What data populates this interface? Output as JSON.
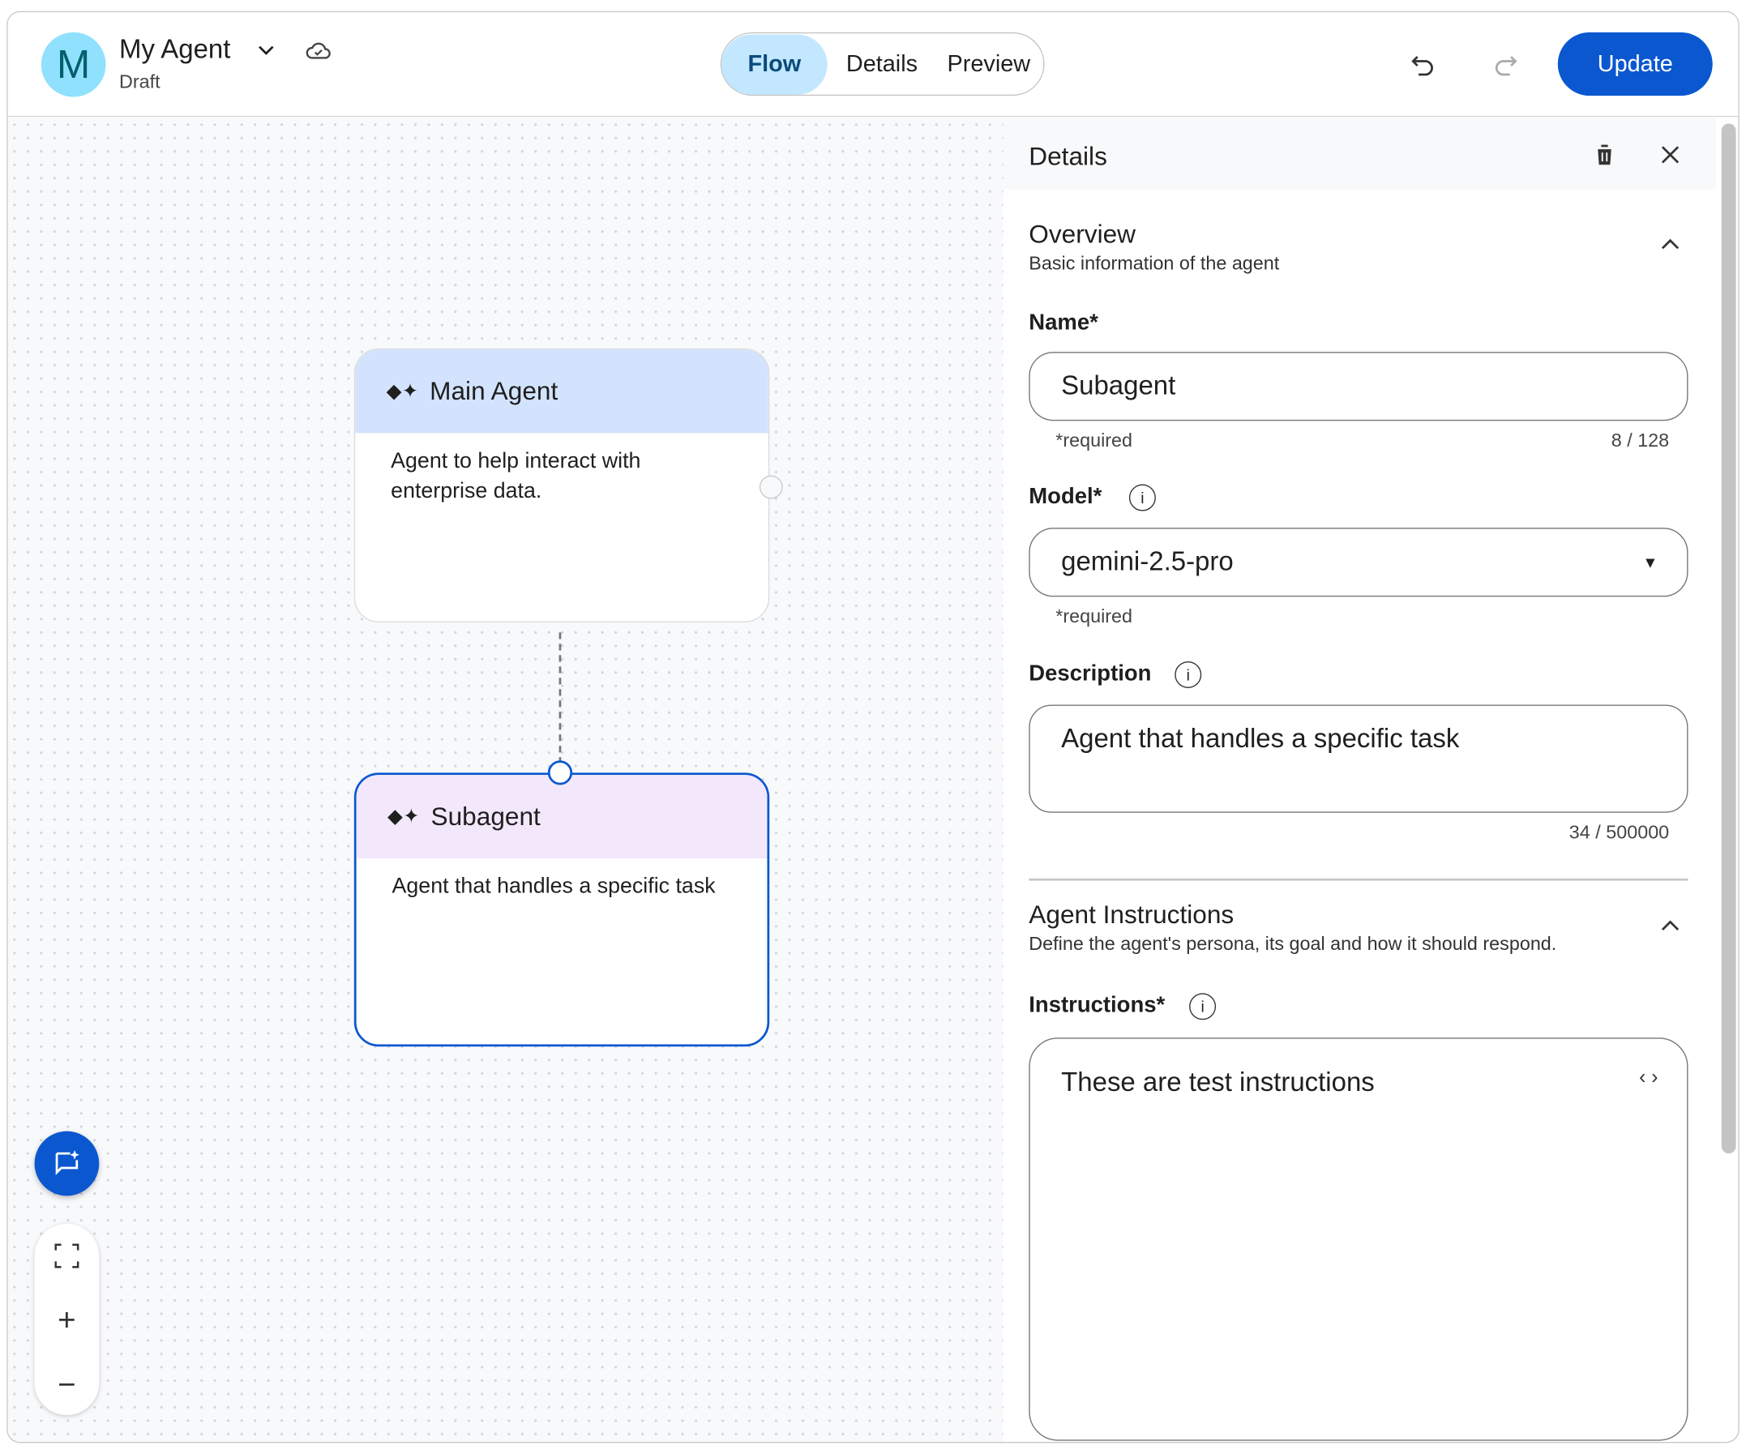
{
  "header": {
    "avatar_letter": "M",
    "agent_name": "My Agent",
    "status": "Draft",
    "tabs": [
      {
        "label": "Flow",
        "active": true
      },
      {
        "label": "Details",
        "active": false
      },
      {
        "label": "Preview",
        "active": false
      }
    ],
    "update_label": "Update"
  },
  "colors": {
    "accent": "#0b57d0",
    "tab_active_bg": "#c2e7ff",
    "main_header": "#d3e3fd",
    "sub_header": "#f3e8fb",
    "avatar": "#8fe1fd"
  },
  "canvas": {
    "nodes": [
      {
        "title": "Main Agent",
        "description": "Agent to help interact with enterprise data.",
        "selected": false
      },
      {
        "title": "Subagent",
        "description": "Agent that handles a specific task",
        "selected": true
      }
    ]
  },
  "panel": {
    "title": "Details",
    "overview": {
      "title": "Overview",
      "subtitle": "Basic information of the agent",
      "name_label": "Name*",
      "name_value": "Subagent",
      "name_hint": "*required",
      "name_count": "8 / 128",
      "model_label": "Model*",
      "model_value": "gemini-2.5-pro",
      "model_hint": "*required",
      "description_label": "Description",
      "description_value": "Agent that handles a specific task",
      "description_count": "34 / 500000"
    },
    "instructions": {
      "title": "Agent Instructions",
      "subtitle": "Define the agent's persona, its goal and how it should respond.",
      "label": "Instructions*",
      "value": "These are test instructions"
    }
  }
}
